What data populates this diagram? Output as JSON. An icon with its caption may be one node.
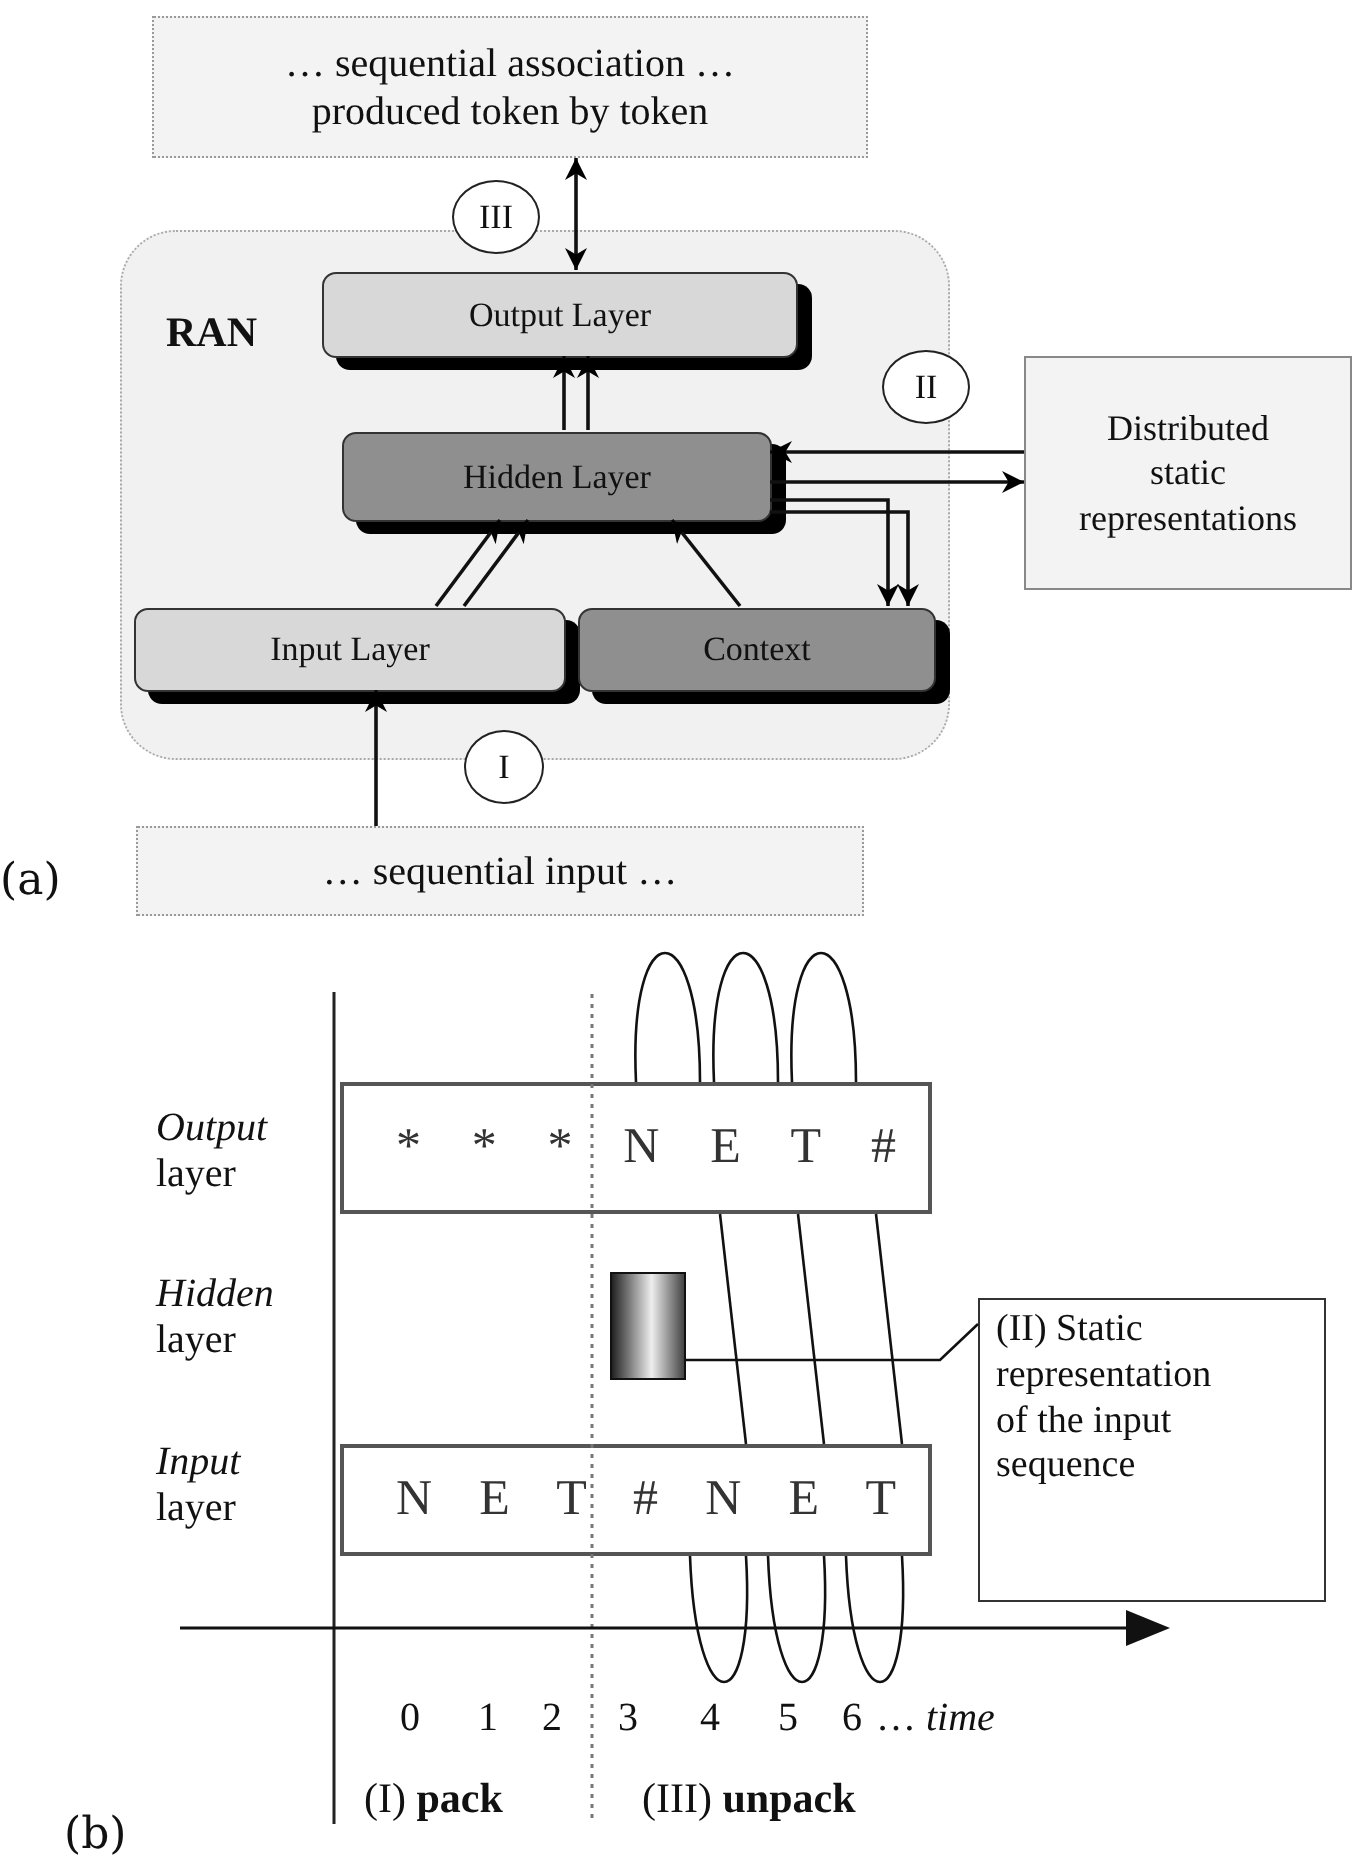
{
  "diagram": {
    "nodes": [
      {
        "text": [
          "… sequential association … produced token by token"
        ]
      },
      {
        "text": [
          "RAN"
        ]
      },
      {
        "text": [
          "Output Layer"
        ],
        "in": 1
      },
      {
        "text": [
          "Hidden Layer"
        ],
        "in": 1
      },
      {
        "text": [
          "Input Layer"
        ],
        "in": 1
      },
      {
        "text": [
          "Context"
        ],
        "in": 1
      },
      {
        "text": [
          "Distributed static representations"
        ]
      },
      {
        "text": [
          "… sequential input …"
        ]
      },
      {
        "text": [
          "III"
        ]
      },
      {
        "text": [
          "II"
        ]
      },
      {
        "text": [
          "I"
        ]
      },
      {
        "text": [
          "* * * N E T #"
        ]
      },
      {
        "text": [],
        "shape": "box"
      },
      {
        "text": [
          "N E T # N E T"
        ]
      },
      {
        "text": [
          "(II) Static representation of the input sequence"
        ]
      }
    ],
    "edges": [
      {
        "from": 2,
        "to": 0,
        "arrow": "both"
      },
      {
        "from": 3,
        "to": 2,
        "arrow": "to"
      },
      {
        "from": 3,
        "to": 2,
        "arrow": "to"
      },
      {
        "from": 4,
        "to": 3,
        "arrow": "to"
      },
      {
        "from": 4,
        "to": 3,
        "arrow": "to"
      },
      {
        "from": 5,
        "to": 3,
        "arrow": "to"
      },
      {
        "from": 6,
        "to": 3,
        "arrow": "to"
      },
      {
        "from": 3,
        "to": 6,
        "arrow": "to"
      },
      {
        "from": 3,
        "to": 5,
        "arrow": "to"
      },
      {
        "from": 3,
        "to": 5,
        "arrow": "to"
      },
      {
        "from": 7,
        "to": 4,
        "arrow": "to"
      },
      {
        "from": 11,
        "to": 13,
        "arrow": "none"
      },
      {
        "from": 11,
        "to": 13,
        "arrow": "none"
      },
      {
        "from": 11,
        "to": 13,
        "arrow": "none"
      },
      {
        "from": 14,
        "to": 12,
        "arrow": "none"
      }
    ],
    "labels": [
      "(a)",
      "*Output* layer",
      "*Hidden* layer",
      "*Input* layer",
      "0",
      "1",
      "2",
      "3",
      "4",
      "5",
      "6",
      "… *time*",
      "(I) **pack**",
      "(III) **unpack**",
      "(b)"
    ]
  }
}
